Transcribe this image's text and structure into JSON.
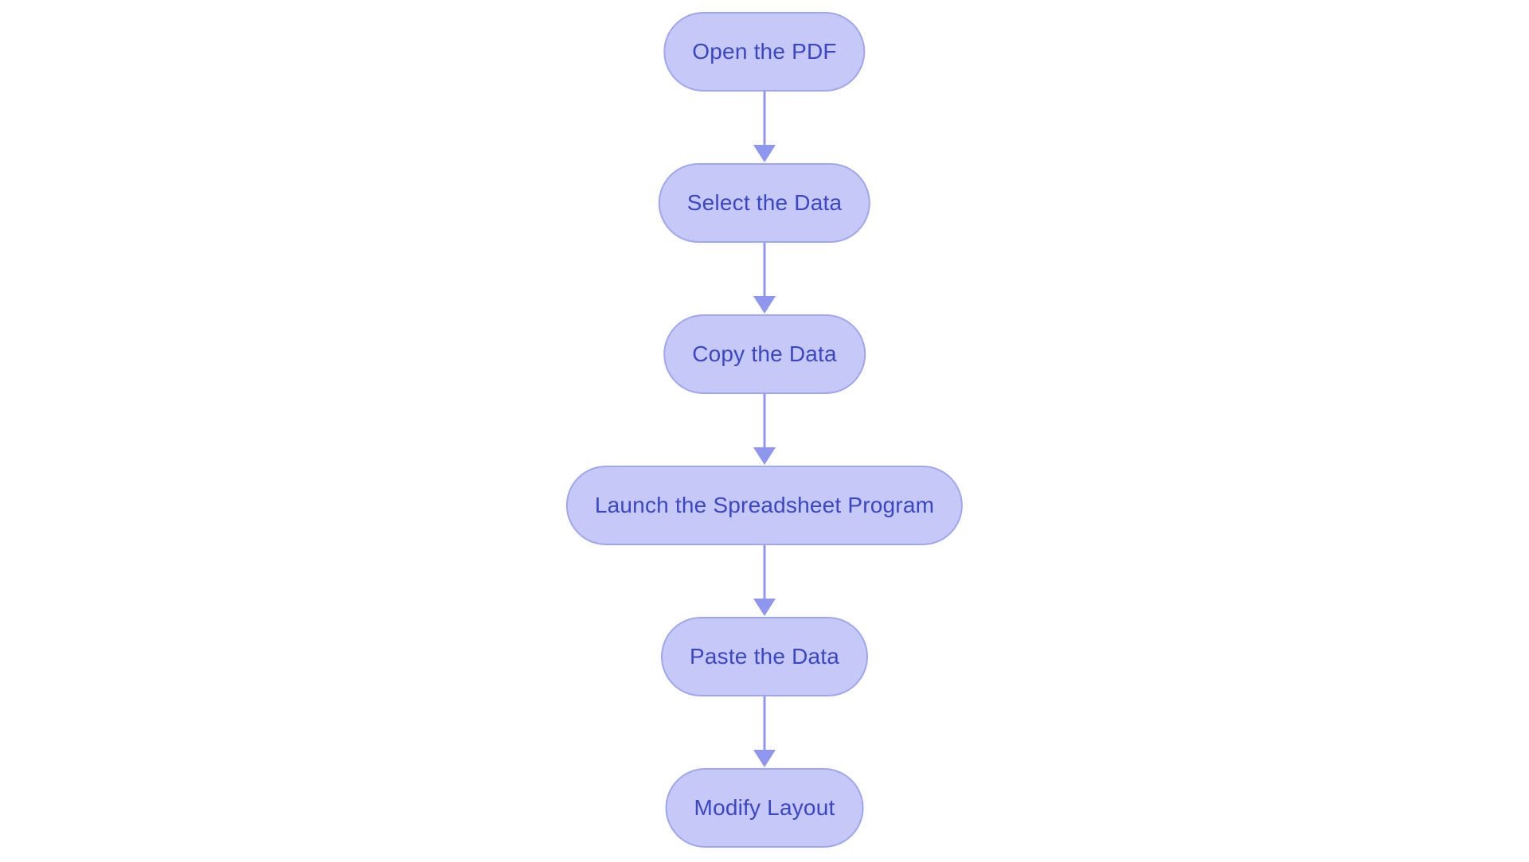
{
  "page": {
    "background": "#ffffff"
  },
  "flowchart": {
    "type": "flowchart",
    "direction": "top-down",
    "nodes": [
      {
        "id": "open-the-pdf",
        "label": "Open the PDF"
      },
      {
        "id": "select-the-data",
        "label": "Select the Data"
      },
      {
        "id": "copy-the-data",
        "label": "Copy the Data"
      },
      {
        "id": "launch-the-spreadsheet-program",
        "label": "Launch the Spreadsheet Program"
      },
      {
        "id": "paste-the-data",
        "label": "Paste the Data"
      },
      {
        "id": "modify-layout",
        "label": "Modify Layout"
      }
    ],
    "edges": [
      {
        "from": "open-the-pdf",
        "to": "select-the-data"
      },
      {
        "from": "select-the-data",
        "to": "copy-the-data"
      },
      {
        "from": "copy-the-data",
        "to": "launch-the-spreadsheet-program"
      },
      {
        "from": "launch-the-spreadsheet-program",
        "to": "paste-the-data"
      },
      {
        "from": "paste-the-data",
        "to": "modify-layout"
      }
    ],
    "style": {
      "node_fill": "#c6c9f7",
      "node_border": "#9fa6f0",
      "node_text_color": "#3b46c7",
      "arrow_color": "#8e96ee",
      "background": "#ffffff"
    }
  }
}
